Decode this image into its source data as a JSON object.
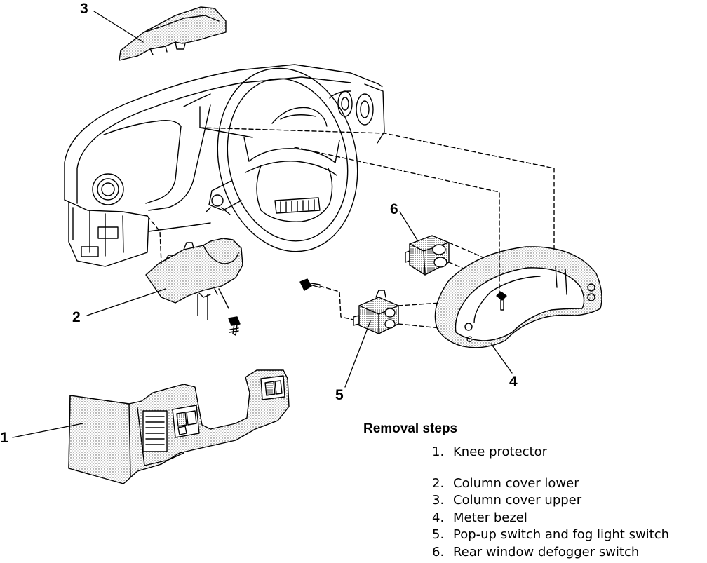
{
  "callouts": {
    "c1": "1",
    "c2": "2",
    "c3": "3",
    "c4": "4",
    "c5": "5",
    "c6": "6"
  },
  "dial_mark": "C",
  "removal": {
    "title": "Removal steps",
    "steps": [
      {
        "num": "1.",
        "label": "Knee protector"
      },
      {
        "num": "2.",
        "label": "Column cover lower"
      },
      {
        "num": "3.",
        "label": "Column cover upper"
      },
      {
        "num": "4.",
        "label": "Meter bezel"
      },
      {
        "num": "5.",
        "label": "Pop-up switch and fog light switch"
      },
      {
        "num": "6.",
        "label": "Rear window defogger switch"
      }
    ]
  }
}
